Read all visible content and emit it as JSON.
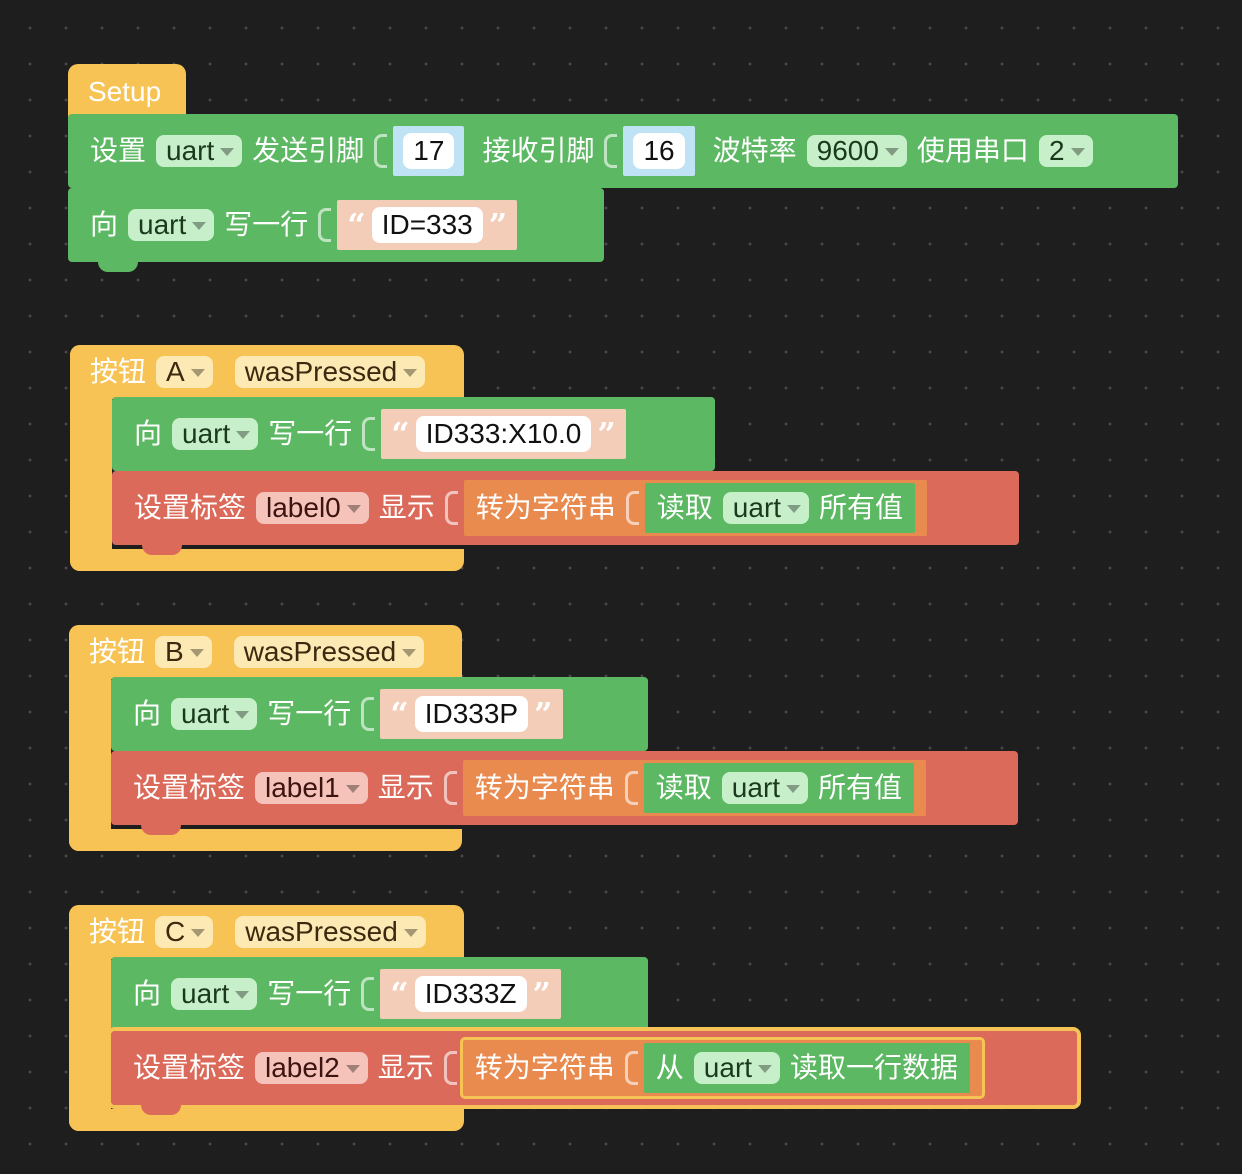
{
  "setup": {
    "hat_label": "Setup",
    "row1": {
      "set_label": "设置",
      "uart_dd": "uart",
      "tx_label": "发送引脚",
      "tx_value": "17",
      "rx_label": "接收引脚",
      "rx_value": "16",
      "baud_label": "波特率",
      "baud_dd": "9600",
      "port_label": "使用串口",
      "port_dd": "2"
    },
    "row2": {
      "to_label": "向",
      "uart_dd": "uart",
      "writeline_label": "写一行",
      "string_value": "ID=333"
    }
  },
  "events": [
    {
      "button_label": "按钮",
      "button_dd": "A",
      "event_dd": "wasPressed",
      "write": {
        "to_label": "向",
        "uart_dd": "uart",
        "writeline_label": "写一行",
        "string_value": "ID333:X10.0"
      },
      "set": {
        "set_label_text": "设置标签",
        "label_dd": "label0",
        "show_label": "显示",
        "tostring_label": "转为字符串",
        "read_label": "读取",
        "uart_dd": "uart",
        "all_label": "所有值"
      }
    },
    {
      "button_label": "按钮",
      "button_dd": "B",
      "event_dd": "wasPressed",
      "write": {
        "to_label": "向",
        "uart_dd": "uart",
        "writeline_label": "写一行",
        "string_value": "ID333P"
      },
      "set": {
        "set_label_text": "设置标签",
        "label_dd": "label1",
        "show_label": "显示",
        "tostring_label": "转为字符串",
        "read_label": "读取",
        "uart_dd": "uart",
        "all_label": "所有值"
      }
    },
    {
      "button_label": "按钮",
      "button_dd": "C",
      "event_dd": "wasPressed",
      "write": {
        "to_label": "向",
        "uart_dd": "uart",
        "writeline_label": "写一行",
        "string_value": "ID333Z"
      },
      "set": {
        "set_label_text": "设置标签",
        "label_dd": "label2",
        "show_label": "显示",
        "tostring_label": "转为字符串",
        "from_label": "从",
        "uart_dd": "uart",
        "readline_label": "读取一行数据"
      }
    }
  ],
  "colors": {
    "background": "#1e1e1e",
    "event_yellow": "#f6c354",
    "uart_green": "#5cb862",
    "label_red": "#db6a5a",
    "text_orange": "#e98b4f",
    "number_blue": "#bfe3f5",
    "string_peach": "#f4cdb8"
  }
}
